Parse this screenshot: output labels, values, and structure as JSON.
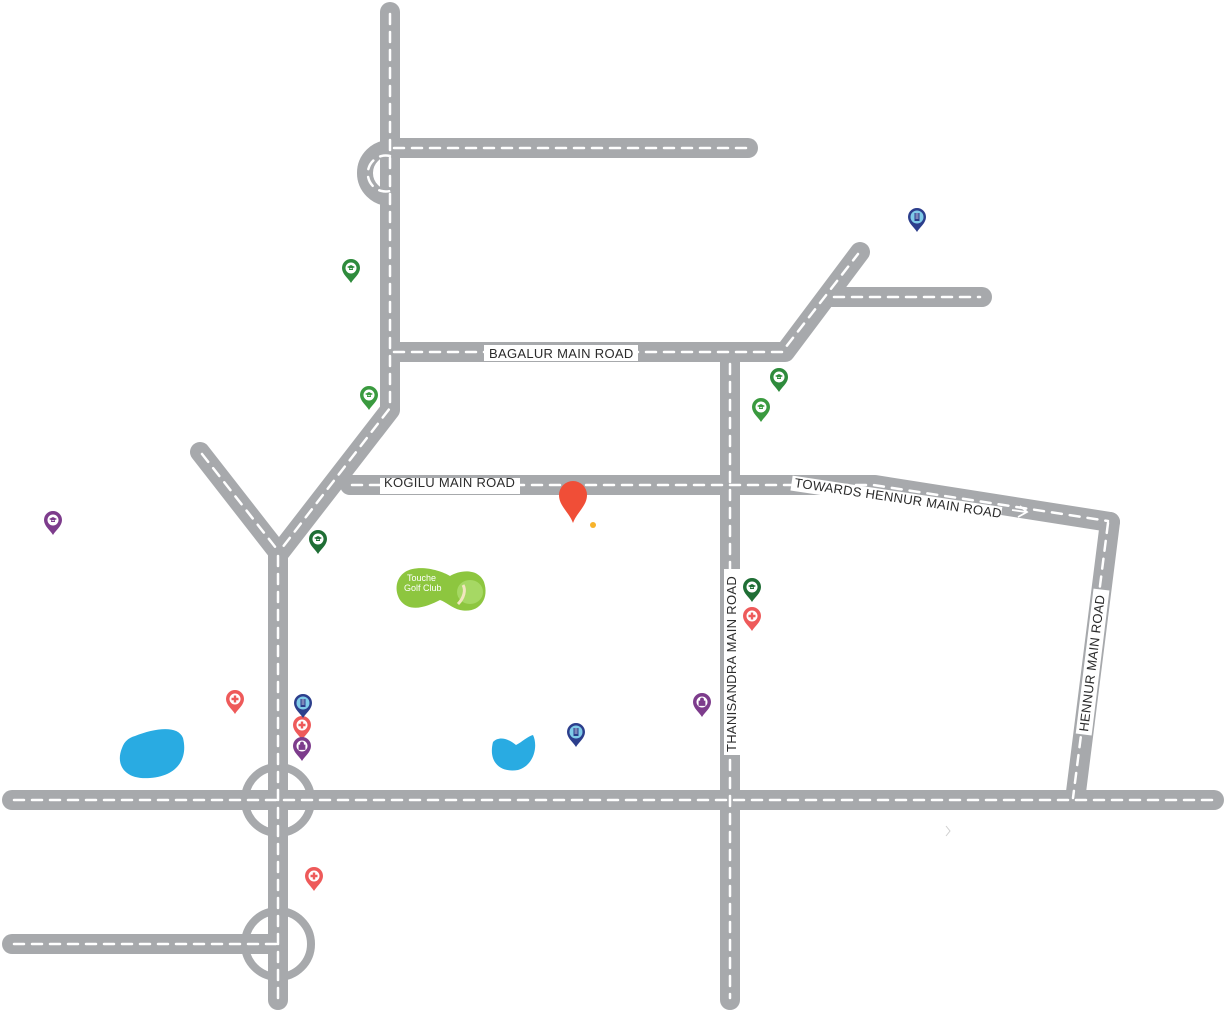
{
  "roads": {
    "bagalur": "BAGALUR MAIN ROAD",
    "kogilu": "KOGILU MAIN ROAD",
    "towards_hennur": "TOWARDS HENNUR MAIN ROAD",
    "thanisandra": "THANISANDRA MAIN ROAD",
    "hennur": "HENNUR MAIN ROAD"
  },
  "landmark": {
    "golf_line1": "Touche",
    "golf_line2": "Golf Club"
  },
  "colors": {
    "road": "#a7a9ac",
    "lane": "#ffffff",
    "water": "#29abe2",
    "golf": "#8dc63f",
    "project_pin": "#f04e37",
    "school_pin": "#2e8b3c",
    "hospital_pin": "#ee5a5a",
    "shopping_pin": "#7d3c8c",
    "office_pin": "#2c3e8c"
  },
  "markers": {
    "project": "location-pin-icon",
    "school": "graduation-cap-icon",
    "hospital": "medical-cross-icon",
    "shopping": "shopping-bag-icon",
    "office": "office-building-icon",
    "college": "college-icon"
  }
}
